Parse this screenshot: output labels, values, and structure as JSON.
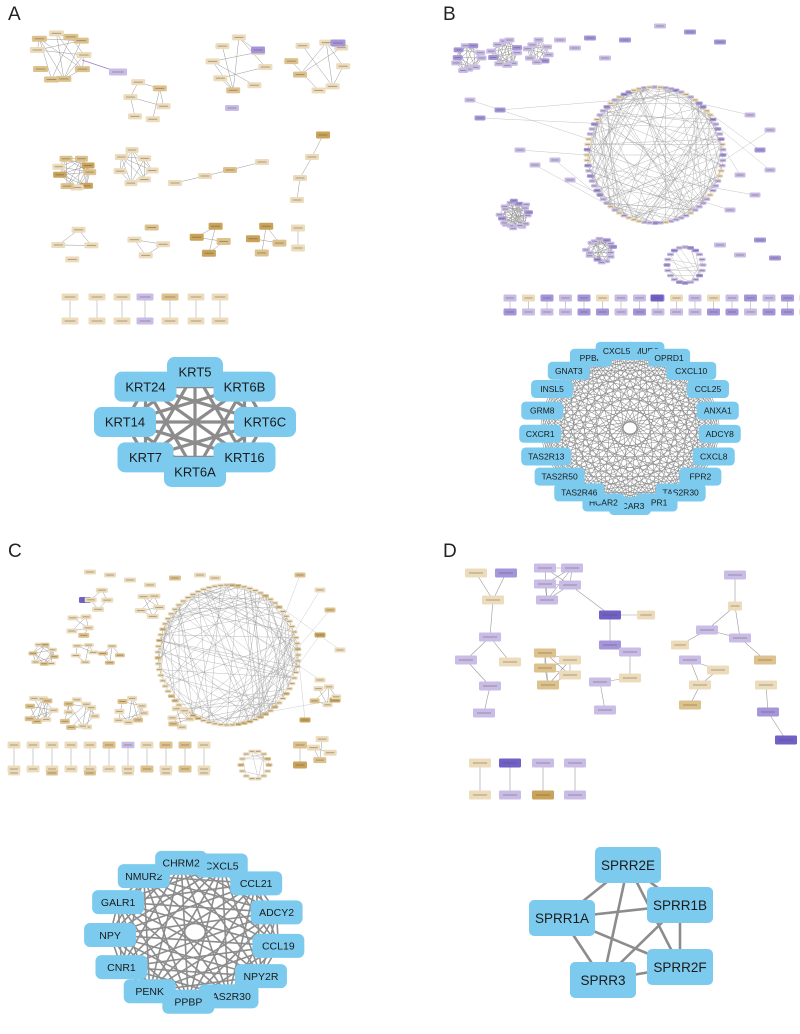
{
  "panels": {
    "A": {
      "letter": "A",
      "hub_genes": [
        "KRT5",
        "KRT6B",
        "KRT6C",
        "KRT16",
        "KRT6A",
        "KRT7",
        "KRT14",
        "KRT24"
      ]
    },
    "B": {
      "letter": "B",
      "hub_genes": [
        "NMUR2",
        "OPRD1",
        "CXCL10",
        "CCL25",
        "ANXA1",
        "ADCY8",
        "CXCL8",
        "FPR2",
        "TAS2R30",
        "FPR1",
        "HCAR3",
        "HCAR2",
        "TAS2R46",
        "TAS2R50",
        "TAS2R13",
        "CXCR1",
        "GRM8",
        "INSL5",
        "GNAT3",
        "PPBP",
        "CXCL5"
      ]
    },
    "C": {
      "letter": "C",
      "hub_genes": [
        "CXCL5",
        "CCL21",
        "ADCY2",
        "CCL19",
        "NPY2R",
        "TAS2R30",
        "PPBP",
        "PENK",
        "CNR1",
        "NPY",
        "GALR1",
        "NMUR2",
        "CHRM2"
      ]
    },
    "D": {
      "letter": "D",
      "hub_genes": [
        "SPRR2E",
        "SPRR1B",
        "SPRR2F",
        "SPRR3",
        "SPRR1A"
      ]
    }
  },
  "colors": {
    "hub_node": "#7ccbef",
    "hub_edge": "#8c8c8c",
    "light_tan": "#ecdcbc",
    "mid_tan": "#ddc28d",
    "dark_tan": "#caa35a",
    "light_purple": "#c9bde8",
    "mid_purple": "#a596dc",
    "dark_purple": "#7060c8",
    "small_edge": "#999999"
  }
}
